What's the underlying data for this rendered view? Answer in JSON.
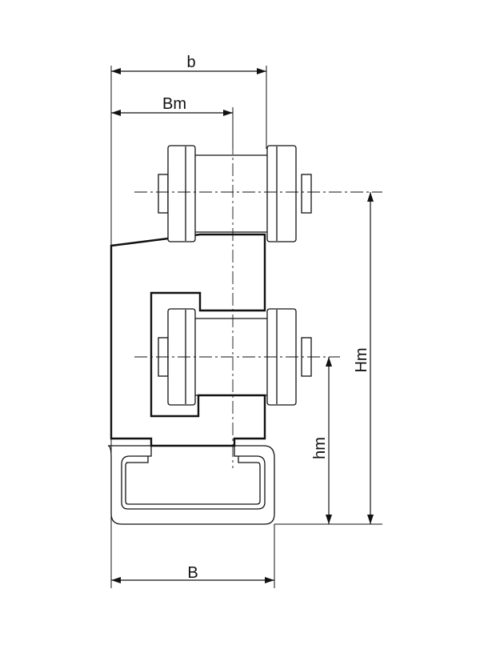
{
  "labels": {
    "b": "b",
    "bm": "Bm",
    "hm_upper": "Hm",
    "hm_lower": "hm",
    "B": "B"
  },
  "colors": {
    "line": "#111111",
    "background": "#ffffff"
  }
}
